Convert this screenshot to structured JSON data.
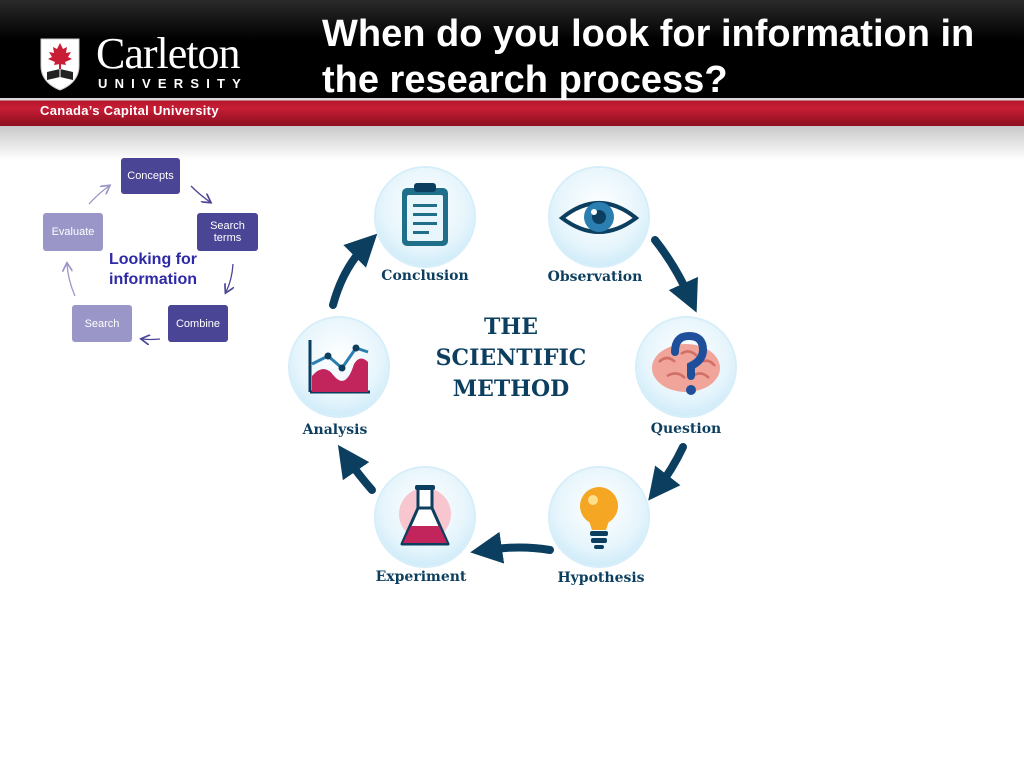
{
  "header": {
    "title": "When do you look for information in the research process?",
    "brand_name": "Carleton",
    "brand_sub": "UNIVERSITY",
    "tagline": "Canada’s Capital University"
  },
  "cycle": {
    "center_label": "Looking for information",
    "steps": [
      "Concepts",
      "Search terms",
      "Combine",
      "Search",
      "Evaluate"
    ]
  },
  "scientific_method": {
    "title": "THE SCIENTIFIC METHOD",
    "steps": [
      "Observation",
      "Question",
      "Hypothesis",
      "Experiment",
      "Analysis",
      "Conclusion"
    ]
  },
  "colors": {
    "brand_red": "#c81d35",
    "cycle_dark": "#4b4596",
    "cycle_light": "#9a96c7",
    "method_navy": "#0c3f5f"
  }
}
